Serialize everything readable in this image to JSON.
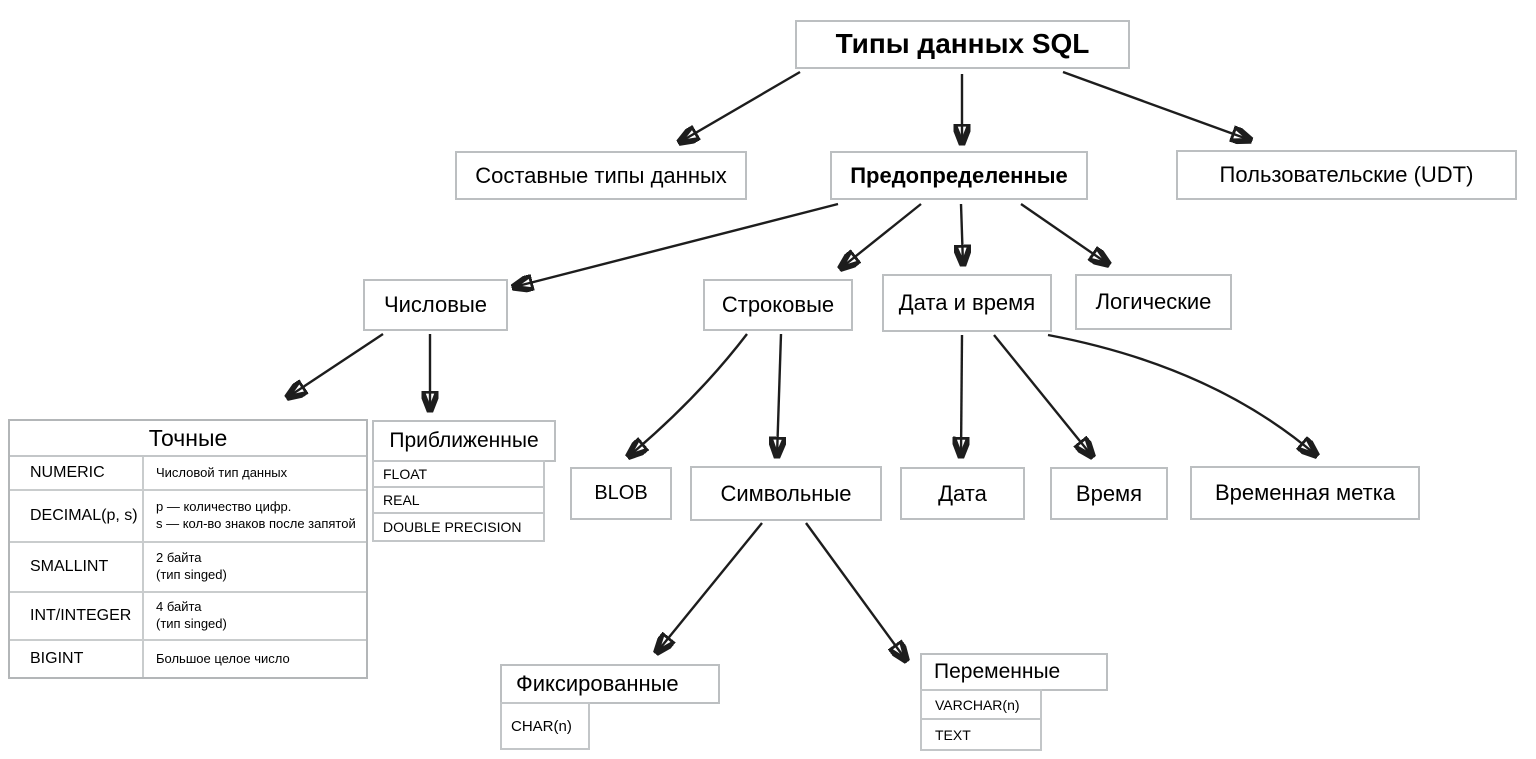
{
  "diagram": {
    "nodes": {
      "root": "Типы данных SQL",
      "composite": "Составные типы данных",
      "predefined": "Предопределенные",
      "udt": "Пользовательские (UDT)",
      "numeric": "Числовые",
      "string": "Строковые",
      "datetime": "Дата и время",
      "logical": "Логические",
      "blob": "BLOB",
      "symbolic": "Символьные",
      "date": "Дата",
      "time": "Время",
      "timestamp": "Временная метка"
    },
    "exact_table": {
      "title": "Точные",
      "rows": [
        {
          "type": "NUMERIC",
          "desc": "Числовой тип данных"
        },
        {
          "type": "DECIMAL(p, s)",
          "desc": "p — количество цифр.\ns — кол-во знаков после запятой"
        },
        {
          "type": "SMALLINT",
          "desc": "2 байта\n(тип singed)"
        },
        {
          "type": "INT/INTEGER",
          "desc": "4 байта\n(тип singed)"
        },
        {
          "type": "BIGINT",
          "desc": "Большое целое число"
        }
      ]
    },
    "approximate": {
      "title": "Приближенные",
      "items": [
        "FLOAT",
        "REAL",
        "DOUBLE PRECISION"
      ]
    },
    "fixed": {
      "title": "Фиксированные",
      "items": [
        "CHAR(n)"
      ]
    },
    "variable": {
      "title": "Переменные",
      "items": [
        "VARCHAR(n)",
        "TEXT"
      ]
    }
  },
  "colors": {
    "background": "#ffffff",
    "box_border": "#bcbfc1",
    "arrow": "#1d1d1d",
    "text": "#000000"
  }
}
